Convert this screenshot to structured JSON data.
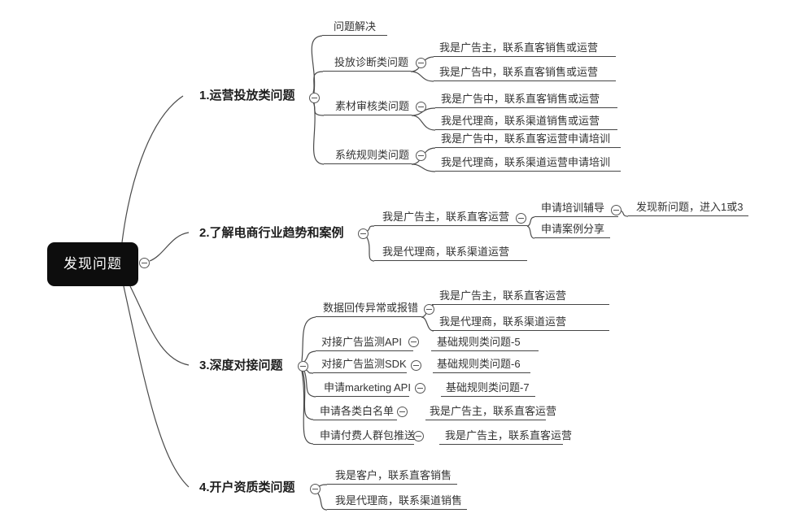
{
  "icons": {
    "collapse": "minus-circle"
  },
  "colors": {
    "root_bg": "#0d0d0d",
    "root_text": "#ffffff",
    "line": "#4a4a4a",
    "text": "#333333"
  },
  "mindmap": {
    "root": {
      "label": "发现问题"
    },
    "branches": [
      {
        "label": "1.运营投放类问题",
        "children": [
          {
            "label": "问题解决"
          },
          {
            "label": "投放诊断类问题",
            "children": [
              {
                "label": "我是广告主，联系直客销售或运营"
              },
              {
                "label": "我是广告中，联系直客销售或运营"
              }
            ]
          },
          {
            "label": "素材审核类问题",
            "children": [
              {
                "label": "我是广告中，联系直客销售或运营"
              },
              {
                "label": "我是代理商，联系渠道销售或运营"
              }
            ]
          },
          {
            "label": "系统规则类问题",
            "children": [
              {
                "label": "我是广告中，联系直客运营申请培训"
              },
              {
                "label": "我是代理商，联系渠道运营申请培训"
              }
            ]
          }
        ]
      },
      {
        "label": "2.了解电商行业趋势和案例",
        "children": [
          {
            "label": "我是广告主，联系直客运营",
            "children": [
              {
                "label": "申请培训辅导",
                "children": [
                  {
                    "label": "发现新问题，进入1或3"
                  }
                ]
              },
              {
                "label": "申请案例分享"
              }
            ]
          },
          {
            "label": "我是代理商，联系渠道运营"
          }
        ]
      },
      {
        "label": "3.深度对接问题",
        "children": [
          {
            "label": "数据回传异常或报错",
            "children": [
              {
                "label": "我是广告主，联系直客运营"
              },
              {
                "label": "我是代理商，联系渠道运营"
              }
            ]
          },
          {
            "label": "对接广告监测API",
            "children": [
              {
                "label": "基础规则类问题-5"
              }
            ]
          },
          {
            "label": "对接广告监测SDK",
            "children": [
              {
                "label": "基础规则类问题-6"
              }
            ]
          },
          {
            "label": "申请marketing API",
            "children": [
              {
                "label": "基础规则类问题-7"
              }
            ]
          },
          {
            "label": "申请各类白名单",
            "children": [
              {
                "label": "我是广告主，联系直客运营"
              }
            ]
          },
          {
            "label": "申请付费人群包推送",
            "children": [
              {
                "label": "我是广告主，联系直客运营"
              }
            ]
          }
        ]
      },
      {
        "label": "4.开户资质类问题",
        "children": [
          {
            "label": "我是客户，联系直客销售"
          },
          {
            "label": "我是代理商，联系渠道销售"
          }
        ]
      }
    ]
  }
}
